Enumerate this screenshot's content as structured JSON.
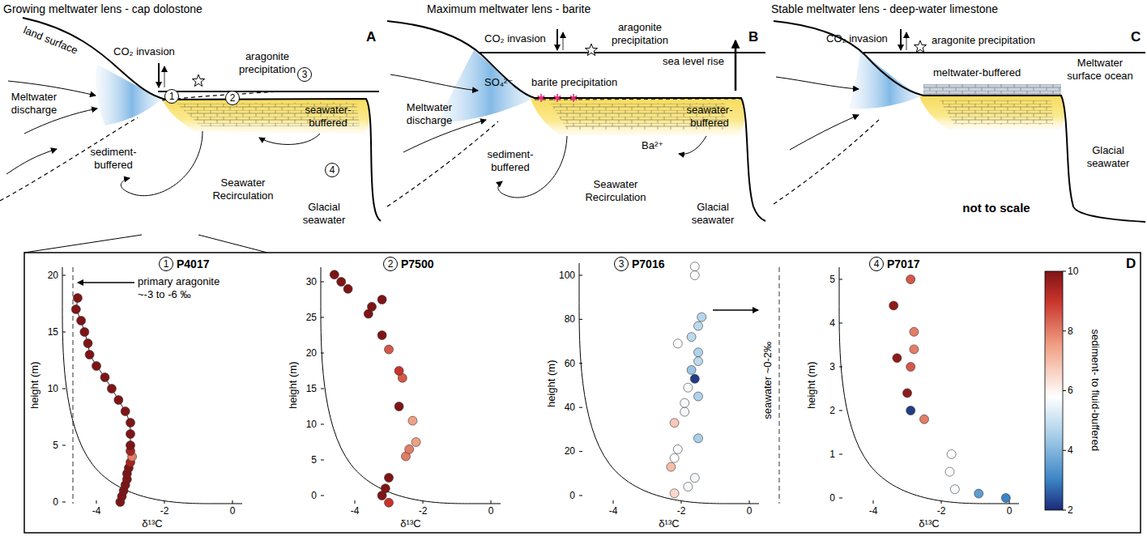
{
  "diagram": {
    "nodes": [
      {
        "text": [
          "1"
        ]
      },
      {
        "text": [
          "2"
        ]
      },
      {
        "text": [
          "3"
        ]
      },
      {
        "text": [
          "4"
        ]
      },
      {
        "text": [
          "1"
        ]
      },
      {
        "text": [
          "2"
        ]
      },
      {
        "text": [
          "3"
        ]
      },
      {
        "text": [
          "4"
        ]
      }
    ],
    "labels": [
      "Growing meltwater lens - cap dolostone",
      "A",
      "land surface",
      "CO₂ invasion",
      "aragonite precipitation",
      "Meltwater discharge",
      "sediment-buffered",
      "seawater-buffered",
      "Seawater Recirculation",
      "Glacial seawater",
      "Maximum meltwater lens - barite",
      "B",
      "CO₂ invasion",
      "aragonite precipitation",
      "sea level rise",
      "SO₄²⁻",
      "barite precipitation",
      "Meltwater discharge",
      "sediment-buffered",
      "seawater-buffered",
      "Ba²⁺",
      "Seawater Recirculation",
      "Glacial seawater",
      "Stable meltwater lens - deep-water limestone",
      "C",
      "CO₂ invasion",
      "aragonite precipitation",
      "meltwater-buffered",
      "Meltwater surface ocean",
      "Glacial seawater",
      "not to scale",
      "D",
      "P4017",
      "primary aragonite ~-3 to -6 ‰",
      "P7500",
      "P7016",
      "seawater ~0-2‰",
      "P7017",
      "sediment- to fluid-buffered",
      "height (m)",
      "δ¹³C",
      "0",
      "5",
      "10",
      "15",
      "20",
      "-4",
      "-2",
      "0",
      "height (m)",
      "δ¹³C",
      "0",
      "5",
      "10",
      "15",
      "20",
      "25",
      "30",
      "-4",
      "-2",
      "0",
      "height (m)",
      "δ¹³C",
      "0",
      "20",
      "40",
      "60",
      "80",
      "100",
      "-4",
      "-2",
      "0",
      "height (m)",
      "δ¹³C",
      "0",
      "1",
      "2",
      "3",
      "4",
      "5",
      "-4",
      "-2",
      "0",
      "10",
      "8",
      "6",
      "4",
      "2"
    ]
  }
}
